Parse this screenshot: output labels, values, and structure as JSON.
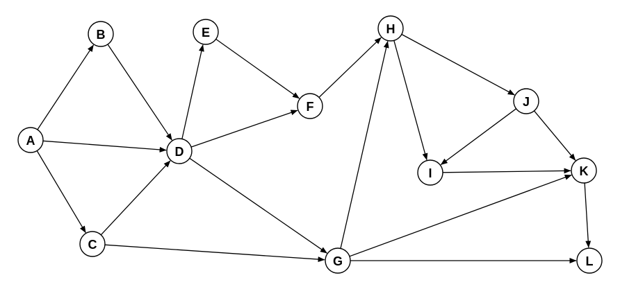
{
  "graph": {
    "type": "directed",
    "nodes": [
      {
        "id": "A",
        "label": "A"
      },
      {
        "id": "B",
        "label": "B"
      },
      {
        "id": "C",
        "label": "C"
      },
      {
        "id": "D",
        "label": "D"
      },
      {
        "id": "E",
        "label": "E"
      },
      {
        "id": "F",
        "label": "F"
      },
      {
        "id": "G",
        "label": "G"
      },
      {
        "id": "H",
        "label": "H"
      },
      {
        "id": "I",
        "label": "I"
      },
      {
        "id": "J",
        "label": "J"
      },
      {
        "id": "K",
        "label": "K"
      },
      {
        "id": "L",
        "label": "L"
      }
    ],
    "edges": [
      {
        "from": "A",
        "to": "B"
      },
      {
        "from": "A",
        "to": "D"
      },
      {
        "from": "A",
        "to": "C"
      },
      {
        "from": "B",
        "to": "D"
      },
      {
        "from": "C",
        "to": "D"
      },
      {
        "from": "C",
        "to": "G"
      },
      {
        "from": "D",
        "to": "E"
      },
      {
        "from": "D",
        "to": "F"
      },
      {
        "from": "D",
        "to": "G"
      },
      {
        "from": "E",
        "to": "F"
      },
      {
        "from": "F",
        "to": "H"
      },
      {
        "from": "G",
        "to": "H"
      },
      {
        "from": "G",
        "to": "K"
      },
      {
        "from": "G",
        "to": "L"
      },
      {
        "from": "H",
        "to": "I"
      },
      {
        "from": "H",
        "to": "J"
      },
      {
        "from": "J",
        "to": "I"
      },
      {
        "from": "J",
        "to": "K"
      },
      {
        "from": "I",
        "to": "K"
      },
      {
        "from": "K",
        "to": "L"
      }
    ]
  },
  "colors": {
    "stroke": "#000000",
    "fill": "#ffffff",
    "background": "#ffffff"
  }
}
